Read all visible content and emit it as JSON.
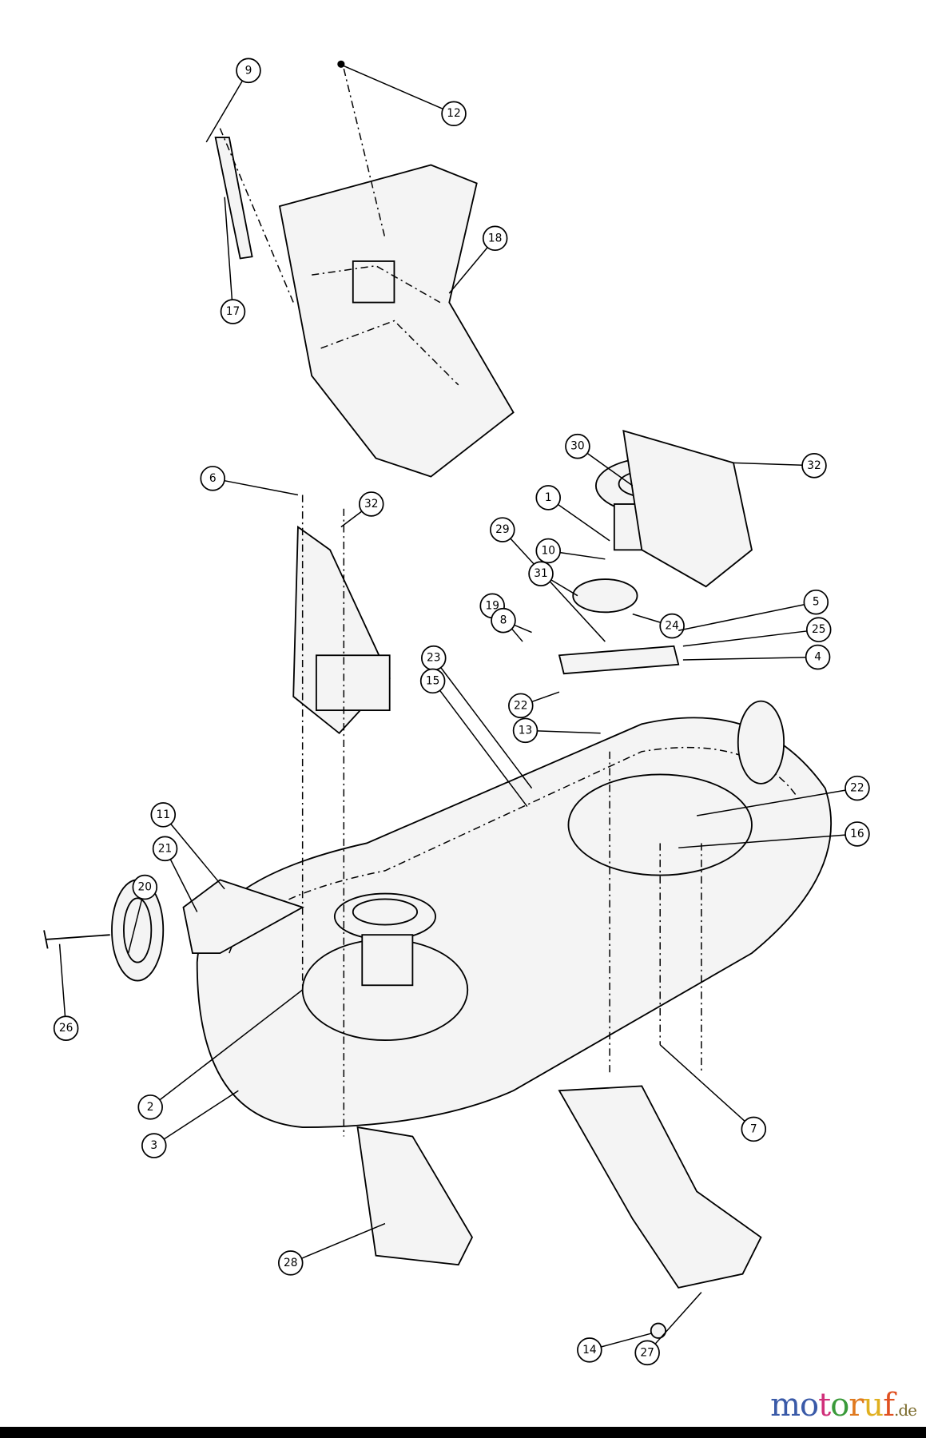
{
  "diagram": {
    "title": "Mower deck exploded parts diagram",
    "callouts": [
      "9",
      "12",
      "18",
      "17",
      "30",
      "32",
      "1",
      "10",
      "29",
      "31",
      "24",
      "5",
      "25",
      "4",
      "19",
      "8",
      "6",
      "32",
      "23",
      "15",
      "22",
      "13",
      "22",
      "16",
      "11",
      "21",
      "20",
      "26",
      "2",
      "3",
      "7",
      "28",
      "14",
      "27"
    ]
  },
  "watermark": {
    "letters": [
      "m",
      "o",
      "t",
      "o",
      "r",
      "u",
      "f"
    ],
    "suffix": ".de",
    "colors": [
      "#3a5aa8",
      "#3a5aa8",
      "#d0307a",
      "#3a9a3a",
      "#e07a20",
      "#e0b020",
      "#e05020"
    ]
  }
}
